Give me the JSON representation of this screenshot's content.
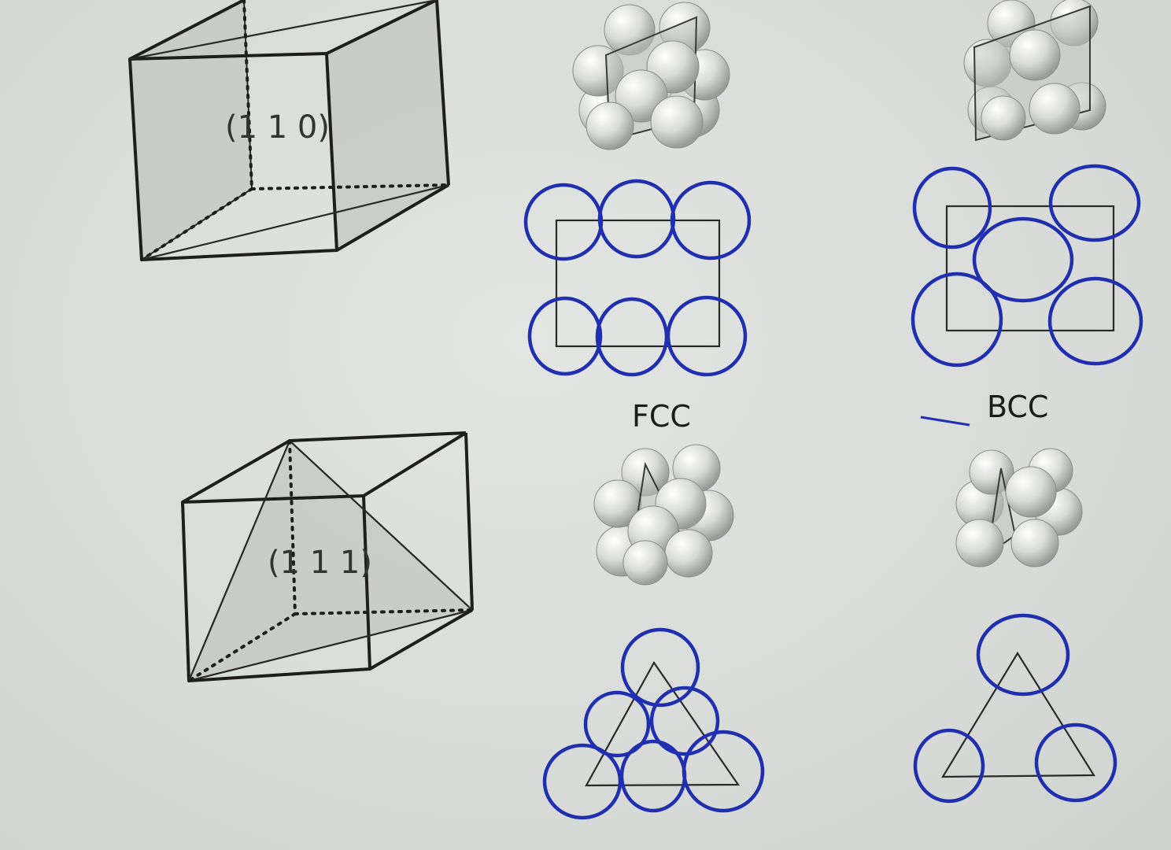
{
  "miller_indices": {
    "upper": "(1 1 0)",
    "lower": "(1 1 1)"
  },
  "structures": {
    "fcc": "FCC",
    "bcc": "BCC"
  },
  "colors": {
    "ink": "#1f2fb0",
    "line": "#1e1e1e",
    "paper": "#dcdfdc"
  }
}
